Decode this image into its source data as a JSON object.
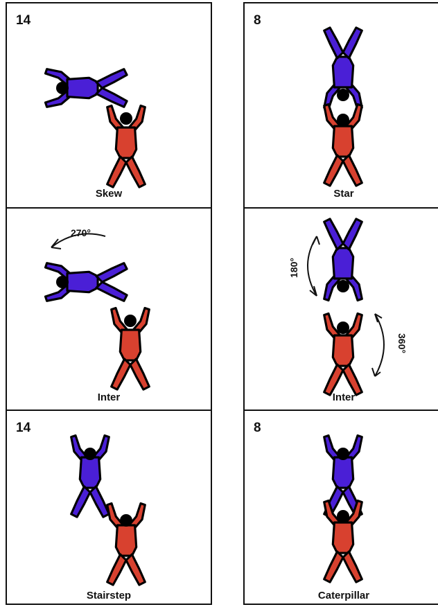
{
  "colors": {
    "blue_jumper": "#4a1fd6",
    "red_jumper": "#d8412f",
    "outline": "#000000"
  },
  "cells": [
    {
      "id": "skew",
      "points": "14",
      "label": "Skew"
    },
    {
      "id": "star",
      "points": "8",
      "label": "Star"
    },
    {
      "id": "inter-left",
      "points": "",
      "label": "Inter",
      "rotation": "270°"
    },
    {
      "id": "inter-right",
      "points": "",
      "label": "Inter",
      "rotation_top": "180°",
      "rotation_bottom": "360°"
    },
    {
      "id": "stairstep",
      "points": "14",
      "label": "Stairstep"
    },
    {
      "id": "caterpillar",
      "points": "8",
      "label": "Caterpillar"
    }
  ]
}
